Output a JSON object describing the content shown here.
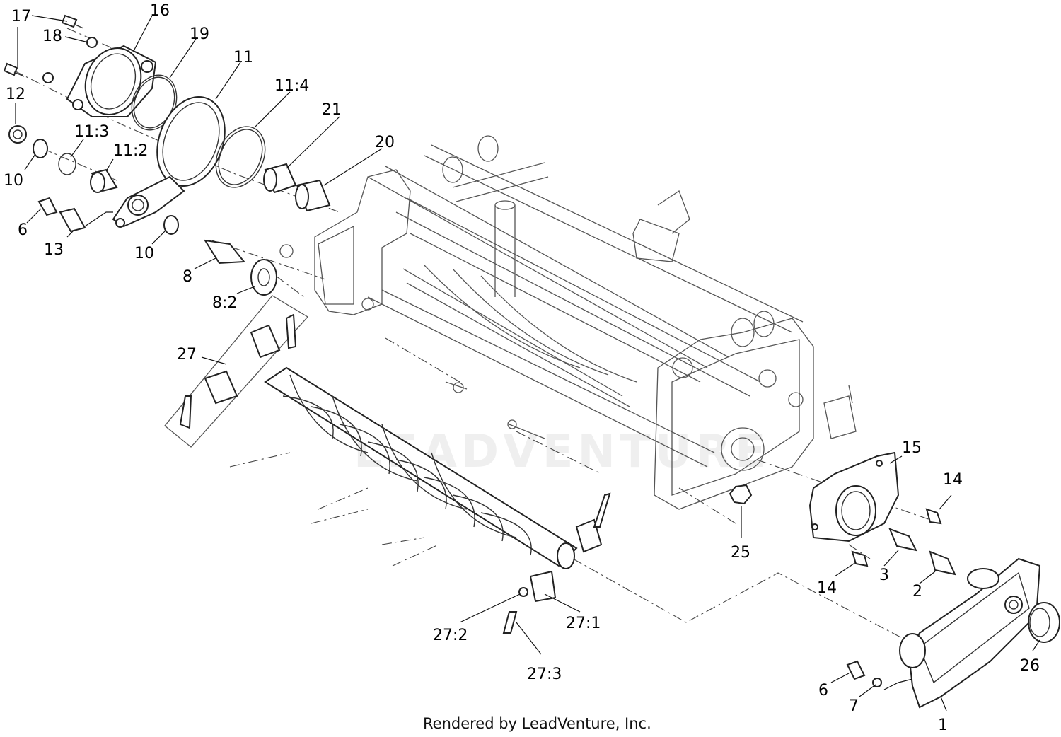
{
  "diagram": {
    "callouts": [
      "17",
      "16",
      "19",
      "11",
      "18",
      "11:4",
      "12",
      "21",
      "11:3",
      "20",
      "11:2",
      "10",
      "6",
      "13",
      "10",
      "8",
      "8:2",
      "27",
      "15",
      "14",
      "25",
      "14",
      "3",
      "2",
      "27:1",
      "27:2",
      "27:3",
      "26",
      "6",
      "7",
      "1"
    ],
    "credit": "Rendered by LeadVenture, Inc.",
    "watermark": "LEADVENTURE"
  }
}
